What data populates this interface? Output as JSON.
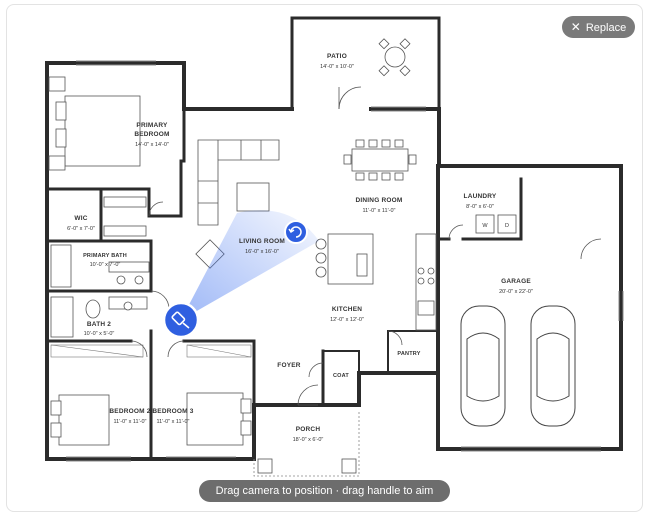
{
  "toolbar": {
    "replace_label": "Replace",
    "replace_icon": "close-icon"
  },
  "hint": "Drag camera to position · drag handle to aim",
  "colors": {
    "accent": "#2f5fe0",
    "wall": "#2b2b2b",
    "pill": "#6d6d6d"
  },
  "rooms": {
    "patio": {
      "name": "PATIO",
      "dim": "14'-0\" x 10'-0\""
    },
    "primary_bedroom": {
      "name1": "PRIMARY",
      "name2": "BEDROOM",
      "dim": "14'-0\" x 14'-0\""
    },
    "dining_room": {
      "name": "DINING ROOM",
      "dim": "11'-0\" x 11'-0\""
    },
    "laundry": {
      "name": "LAUNDRY",
      "dim": "8'-0\" x 6'-0\"",
      "washer": "W",
      "dryer": "D"
    },
    "wic": {
      "name": "WIC",
      "dim": "6'-0\" x 7'-0\""
    },
    "living_room": {
      "name": "LIVING ROOM",
      "dim": "16'-0\" x 16'-0\""
    },
    "primary_bath": {
      "name": "PRIMARY BATH",
      "dim": "10'-0\" x 7'-0\""
    },
    "garage": {
      "name": "GARAGE",
      "dim": "20'-0\" x 22'-0\""
    },
    "kitchen": {
      "name": "KITCHEN",
      "dim": "12'-0\" x 12'-0\""
    },
    "bath2": {
      "name": "BATH 2",
      "dim": "10'-0\" x 5'-0\""
    },
    "pantry": {
      "name": "PANTRY"
    },
    "foyer": {
      "name": "FOYER"
    },
    "coat": {
      "name": "COAT"
    },
    "bedroom2": {
      "name": "BEDROOM 2",
      "dim": "11'-0\" x 11'-0\""
    },
    "bedroom3": {
      "name": "BEDROOM 3",
      "dim": "11'-0\" x 11'-0\""
    },
    "porch": {
      "name": "PORCH",
      "dim": "18'-0\" x 6'-0\""
    }
  },
  "camera": {
    "body_icon": "camera-icon",
    "handle_icon": "rotate-icon"
  }
}
